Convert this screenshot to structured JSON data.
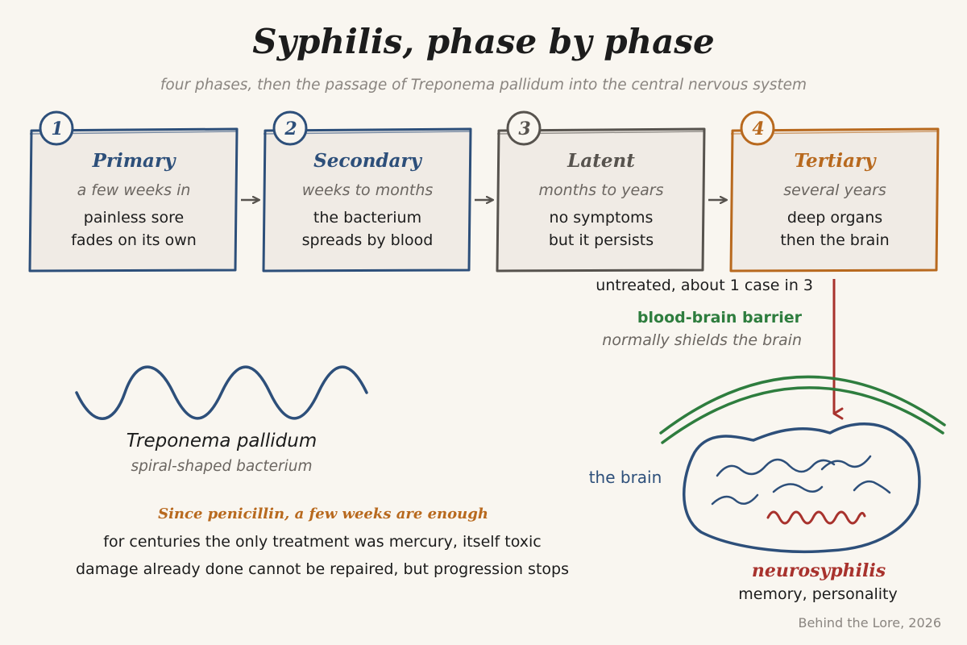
{
  "title": "Syphilis, phase by phase",
  "subtitle": "four phases, then the passage of Treponema pallidum into the central nervous system",
  "phases": [
    {
      "number": "1",
      "name": "Primary",
      "duration": "a few weeks in",
      "line1": "painless sore",
      "line2": "fades on its own",
      "color": "#2d4f7a"
    },
    {
      "number": "2",
      "name": "Secondary",
      "duration": "weeks to months",
      "line1": "the bacterium",
      "line2": "spreads by blood",
      "color": "#2d4f7a"
    },
    {
      "number": "3",
      "name": "Latent",
      "duration": "months to years",
      "line1": "no symptoms",
      "line2": "but it persists",
      "color": "#57534e"
    },
    {
      "number": "4",
      "name": "Tertiary",
      "duration": "several years",
      "line1": "deep organs",
      "line2": "then the brain",
      "color": "#b8691e"
    }
  ],
  "untreated_note": "untreated, about 1 case in 3",
  "barrier": {
    "label": "blood-brain barrier",
    "note": "normally shields the brain",
    "color": "#2e7d3e"
  },
  "bacterium": {
    "name": "Treponema pallidum",
    "note": "spiral-shaped bacterium"
  },
  "brain_label": "the brain",
  "neuro": {
    "label": "neurosyphilis",
    "note": "memory, personality",
    "color": "#a8322d"
  },
  "treatment": {
    "headline": "Since penicillin, a few weeks are enough",
    "line1": "for centuries the only treatment was mercury, itself toxic",
    "line2": "damage already done cannot be repaired, but progression stops"
  },
  "credit": "Behind the Lore, 2026"
}
